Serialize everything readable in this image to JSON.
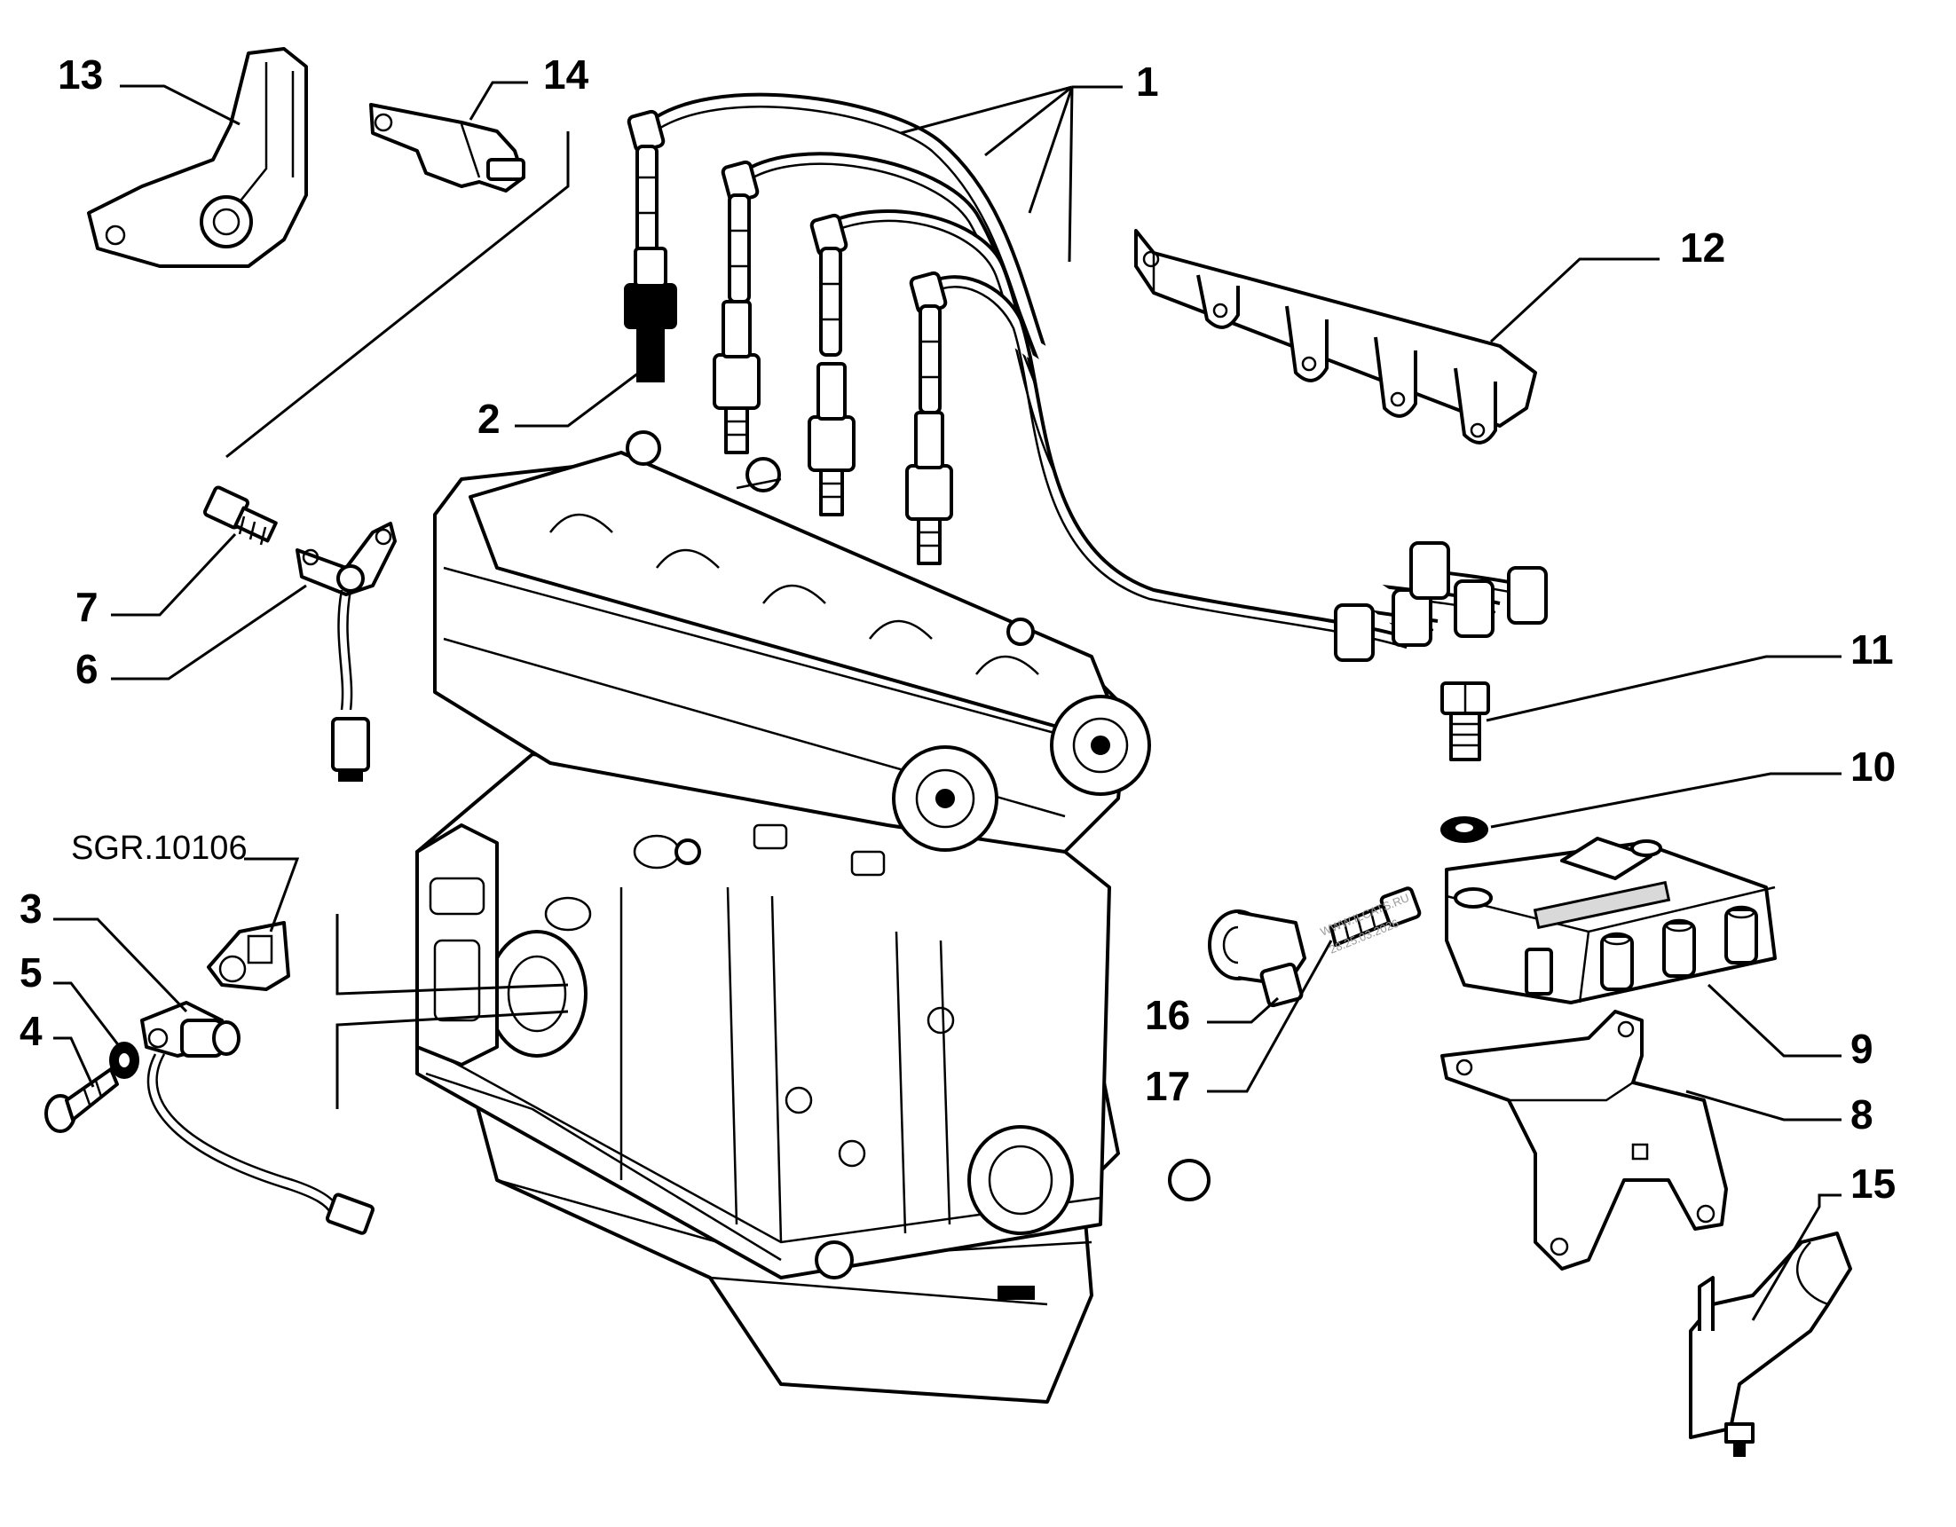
{
  "labels": {
    "p1": "1",
    "p2": "2",
    "p3": "3",
    "p4": "4",
    "p5": "5",
    "p6": "6",
    "p7": "7",
    "p8": "8",
    "p9": "9",
    "p10": "10",
    "p11": "11",
    "p12": "12",
    "p13": "13",
    "p14": "14",
    "p15": "15",
    "p16": "16",
    "p17": "17"
  },
  "reference": "SGR.10106",
  "watermark": {
    "line1": "WWW.ILCATS.RU",
    "line2": "28.25.03.2026"
  }
}
